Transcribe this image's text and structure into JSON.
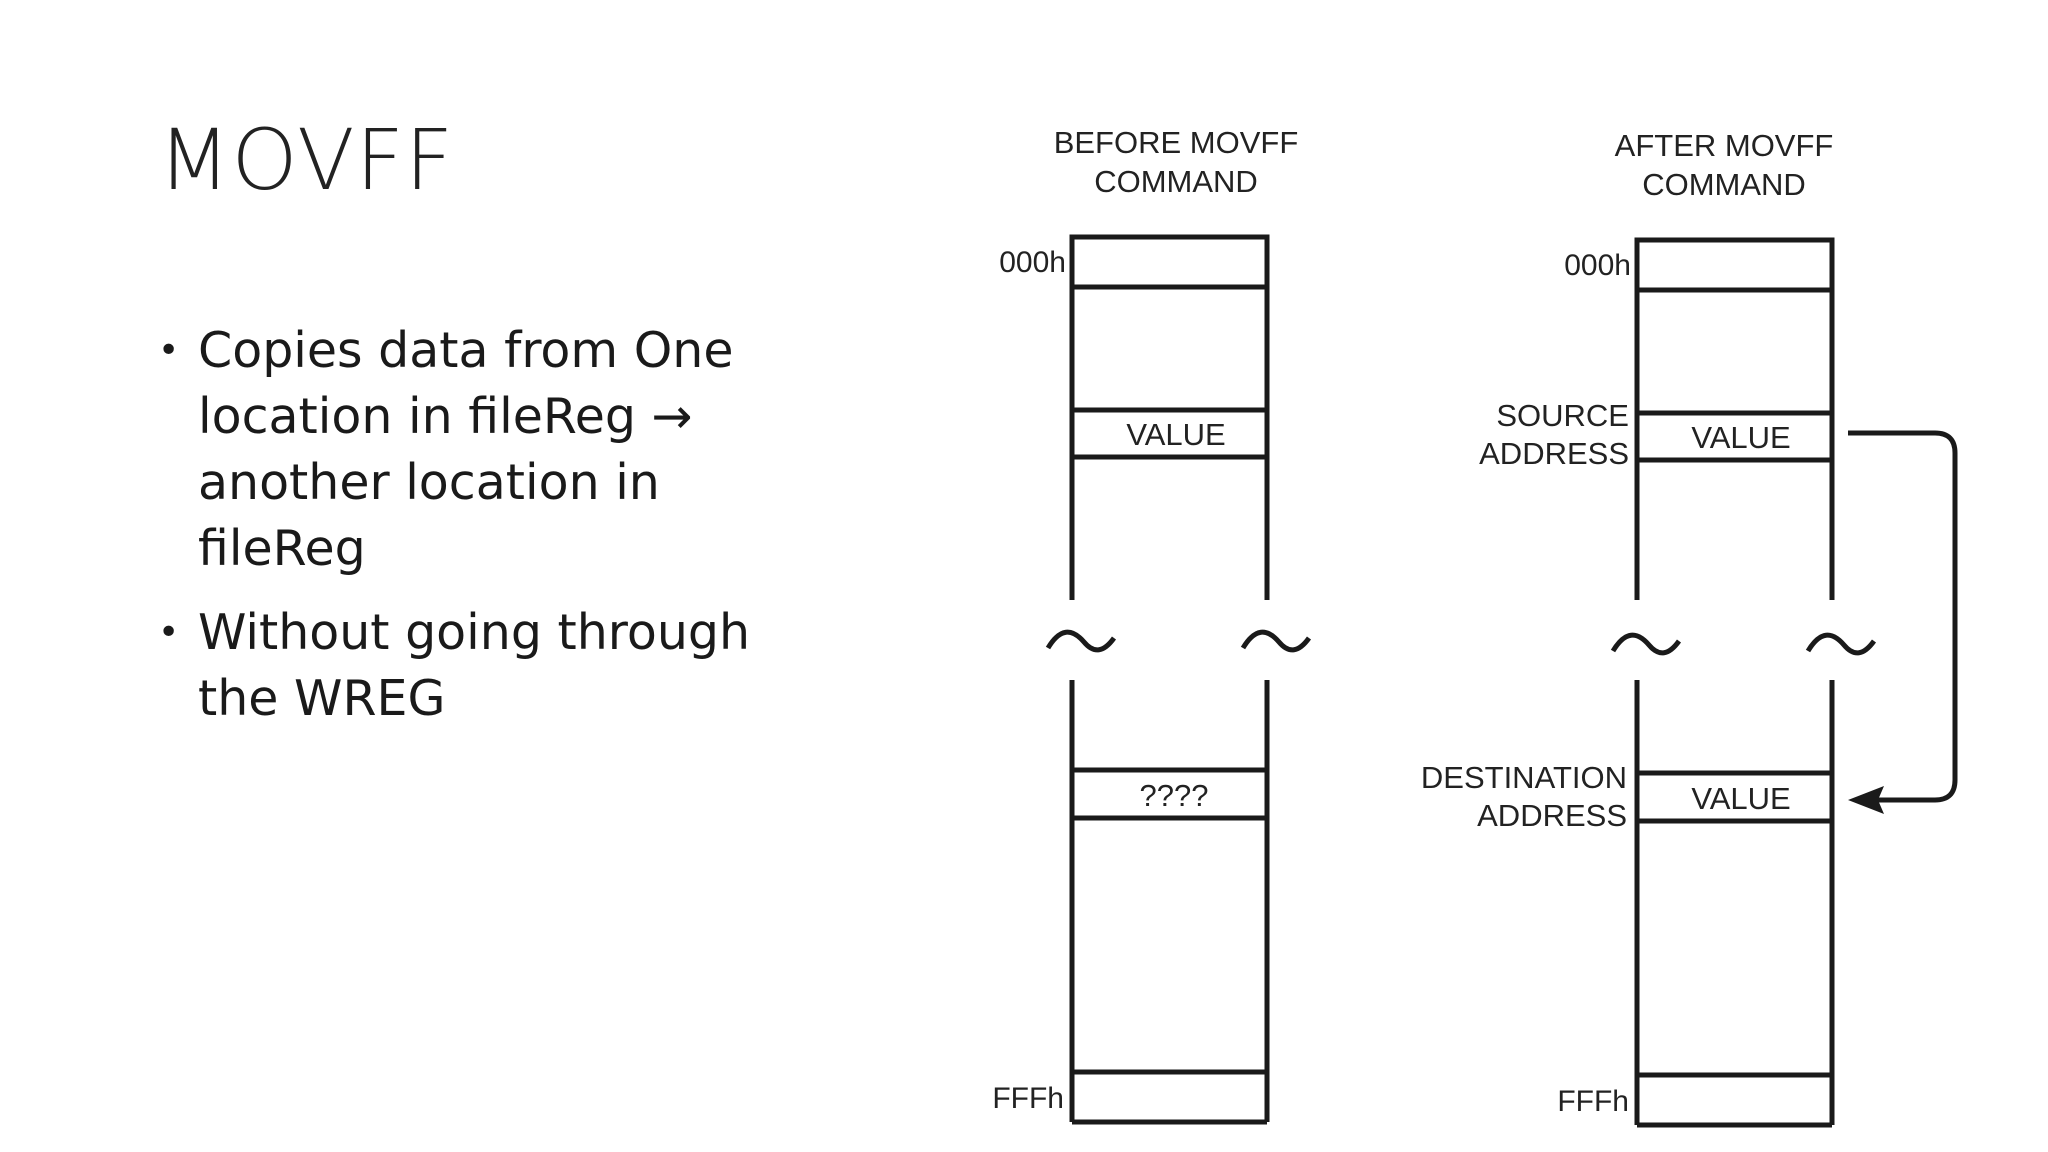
{
  "slide": {
    "title": "MOVFF",
    "bullets": [
      "Copies data from One location in fileReg → another location in fileReg",
      "Without going through the WREG"
    ],
    "bullet_symbol": "•"
  },
  "diagram": {
    "before": {
      "header_line1": "BEFORE MOVFF",
      "header_line2": "COMMAND",
      "top_address": "000h",
      "bottom_address": "FFFh",
      "source_cell": "VALUE",
      "destination_cell": "????"
    },
    "after": {
      "header_line1": "AFTER MOVFF",
      "header_line2": "COMMAND",
      "top_address": "000h",
      "bottom_address": "FFFh",
      "source_label_line1": "SOURCE",
      "source_label_line2": "ADDRESS",
      "source_cell": "VALUE",
      "destination_label_line1": "DESTINATION",
      "destination_label_line2": "ADDRESS",
      "destination_cell": "VALUE"
    },
    "line_color": "#1a1a1a",
    "arrow_icon": "curved-arrow-right-to-left"
  }
}
